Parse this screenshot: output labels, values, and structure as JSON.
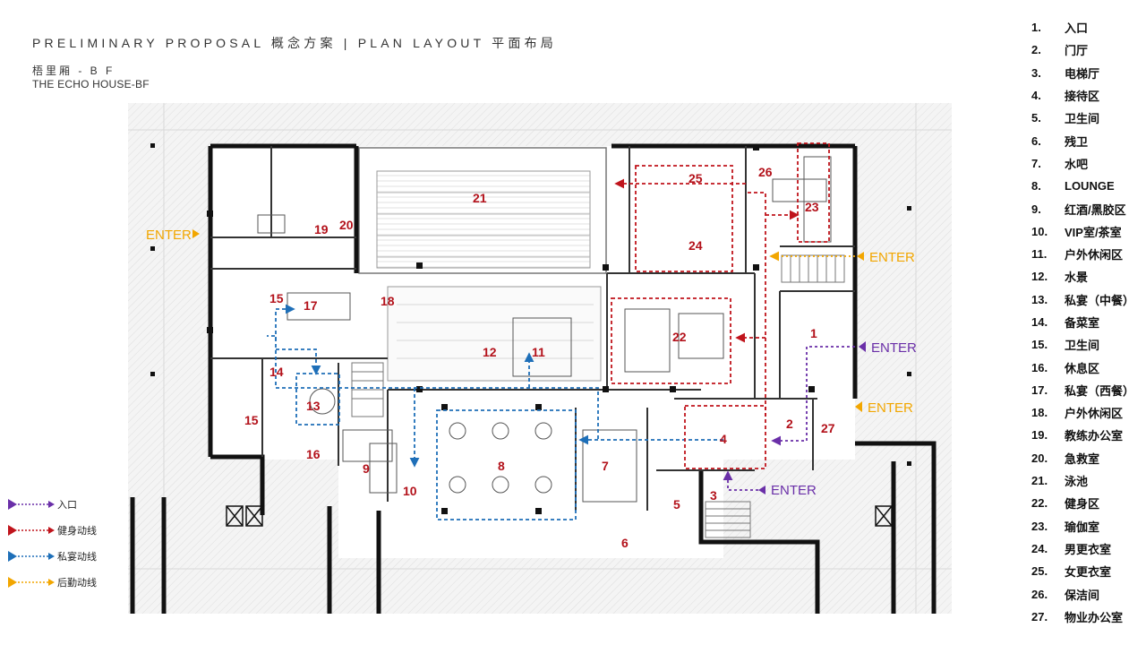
{
  "header": {
    "title": "PRELIMINARY PROPOSAL 概念方案 | PLAN LAYOUT 平面布局",
    "subtitle_cn": "梧里厢 - B F",
    "subtitle_en": "THE ECHO HOUSE-BF"
  },
  "key": [
    {
      "num": "1.",
      "label": "入口"
    },
    {
      "num": "2.",
      "label": "门厅"
    },
    {
      "num": "3.",
      "label": "电梯厅"
    },
    {
      "num": "4.",
      "label": "接待区"
    },
    {
      "num": "5.",
      "label": "卫生间"
    },
    {
      "num": "6.",
      "label": "残卫"
    },
    {
      "num": "7.",
      "label": "水吧"
    },
    {
      "num": "8.",
      "label": "LOUNGE"
    },
    {
      "num": "9.",
      "label": "红酒/黑胶区"
    },
    {
      "num": "10.",
      "label": "VIP室/茶室"
    },
    {
      "num": "11.",
      "label": "户外休闲区"
    },
    {
      "num": "12.",
      "label": "水景"
    },
    {
      "num": "13.",
      "label": "私宴（中餐）"
    },
    {
      "num": "14.",
      "label": "备菜室"
    },
    {
      "num": "15.",
      "label": "卫生间"
    },
    {
      "num": "16.",
      "label": "休息区"
    },
    {
      "num": "17.",
      "label": "私宴（西餐）"
    },
    {
      "num": "18.",
      "label": "户外休闲区"
    },
    {
      "num": "19.",
      "label": "教练办公室"
    },
    {
      "num": "20.",
      "label": "急救室"
    },
    {
      "num": "21.",
      "label": "泳池"
    },
    {
      "num": "22.",
      "label": "健身区"
    },
    {
      "num": "23.",
      "label": "瑜伽室"
    },
    {
      "num": "24.",
      "label": "男更衣室"
    },
    {
      "num": "25.",
      "label": "女更衣室"
    },
    {
      "num": "26.",
      "label": "保洁间"
    },
    {
      "num": "27.",
      "label": "物业办公室"
    }
  ],
  "legend": [
    {
      "label": "入口",
      "color": "#6a2fa8"
    },
    {
      "label": "健身动线",
      "color": "#c0141c"
    },
    {
      "label": "私宴动线",
      "color": "#1e6fb8"
    },
    {
      "label": "后勤动线",
      "color": "#f2a600"
    }
  ],
  "plan": {
    "enter_label": "ENTER",
    "rooms": {
      "r1": "1",
      "r2": "2",
      "r3": "3",
      "r4": "4",
      "r5": "5",
      "r6": "6",
      "r7": "7",
      "r8": "8",
      "r9": "9",
      "r10": "10",
      "r11": "11",
      "r12": "12",
      "r13": "13",
      "r14": "14",
      "r15a": "15",
      "r15b": "15",
      "r16": "16",
      "r17": "17",
      "r18": "18",
      "r19": "19",
      "r20": "20",
      "r21": "21",
      "r22": "22",
      "r23": "23",
      "r24": "24",
      "r25": "25",
      "r26": "26",
      "r27": "27"
    }
  }
}
